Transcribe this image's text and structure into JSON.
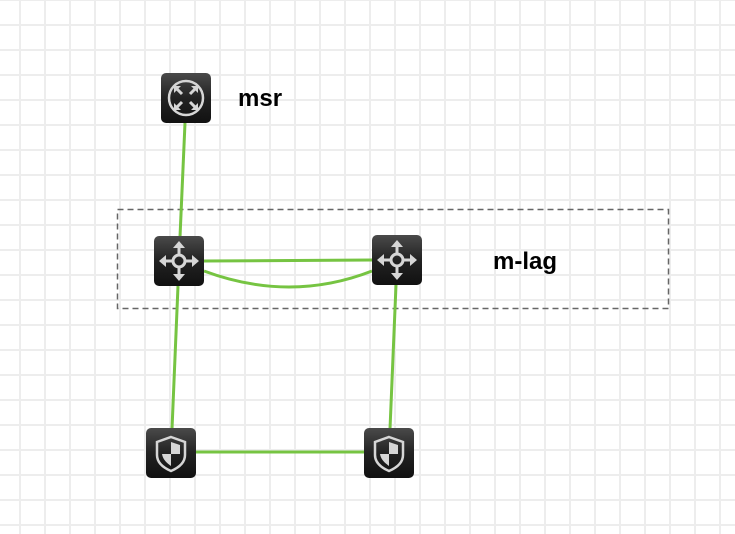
{
  "labels": {
    "msr": "msr",
    "mlag": "m-lag"
  },
  "nodes": [
    {
      "id": "msr",
      "type": "router-icon"
    },
    {
      "id": "switch-left",
      "type": "switch-icon"
    },
    {
      "id": "switch-right",
      "type": "switch-icon"
    },
    {
      "id": "firewall-left",
      "type": "firewall-icon"
    },
    {
      "id": "firewall-right",
      "type": "firewall-icon"
    }
  ],
  "links": [
    [
      "msr",
      "switch-left"
    ],
    [
      "switch-left",
      "switch-right"
    ],
    [
      "switch-left",
      "switch-right"
    ],
    [
      "switch-left",
      "firewall-left"
    ],
    [
      "switch-right",
      "firewall-right"
    ],
    [
      "firewall-left",
      "firewall-right"
    ]
  ],
  "colors": {
    "link": "#76c442",
    "node": "#1e1e1e",
    "glyph": "#d8d8d8",
    "group_border": "#666666"
  }
}
